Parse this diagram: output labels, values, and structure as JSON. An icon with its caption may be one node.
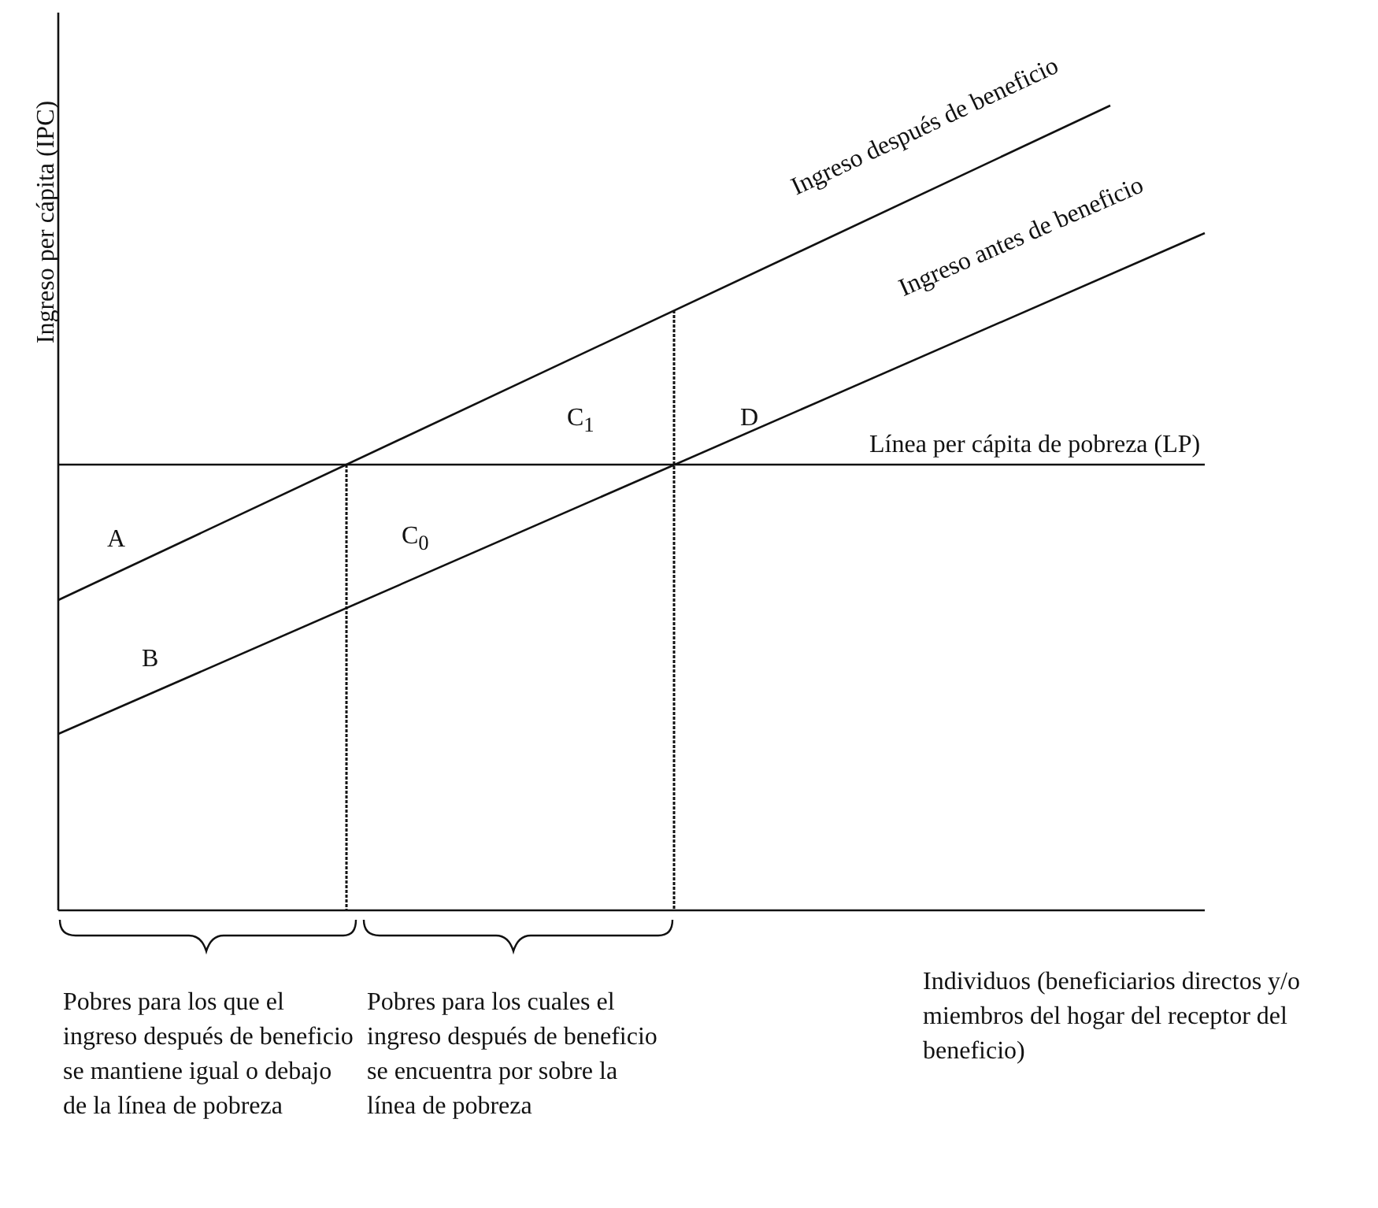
{
  "diagram": {
    "labels": [
      "Ingreso per  cápita (IPC)",
      "Ingreso después de beneficio",
      "Ingreso antes de beneficio",
      "C$_{1}$",
      "D",
      "Línea per cápita de pobreza (LP)",
      "A",
      "C$_{0}$",
      "B",
      "Pobres para los que el ingreso después de beneficio se mantiene igual o debajo de la línea de pobreza",
      "Pobres para los cuales el ingreso después de beneficio se encuentra por sobre la línea de pobreza",
      "Individuos (beneficiarios directos y/o miembros del hogar del receptor del beneficio)"
    ]
  }
}
